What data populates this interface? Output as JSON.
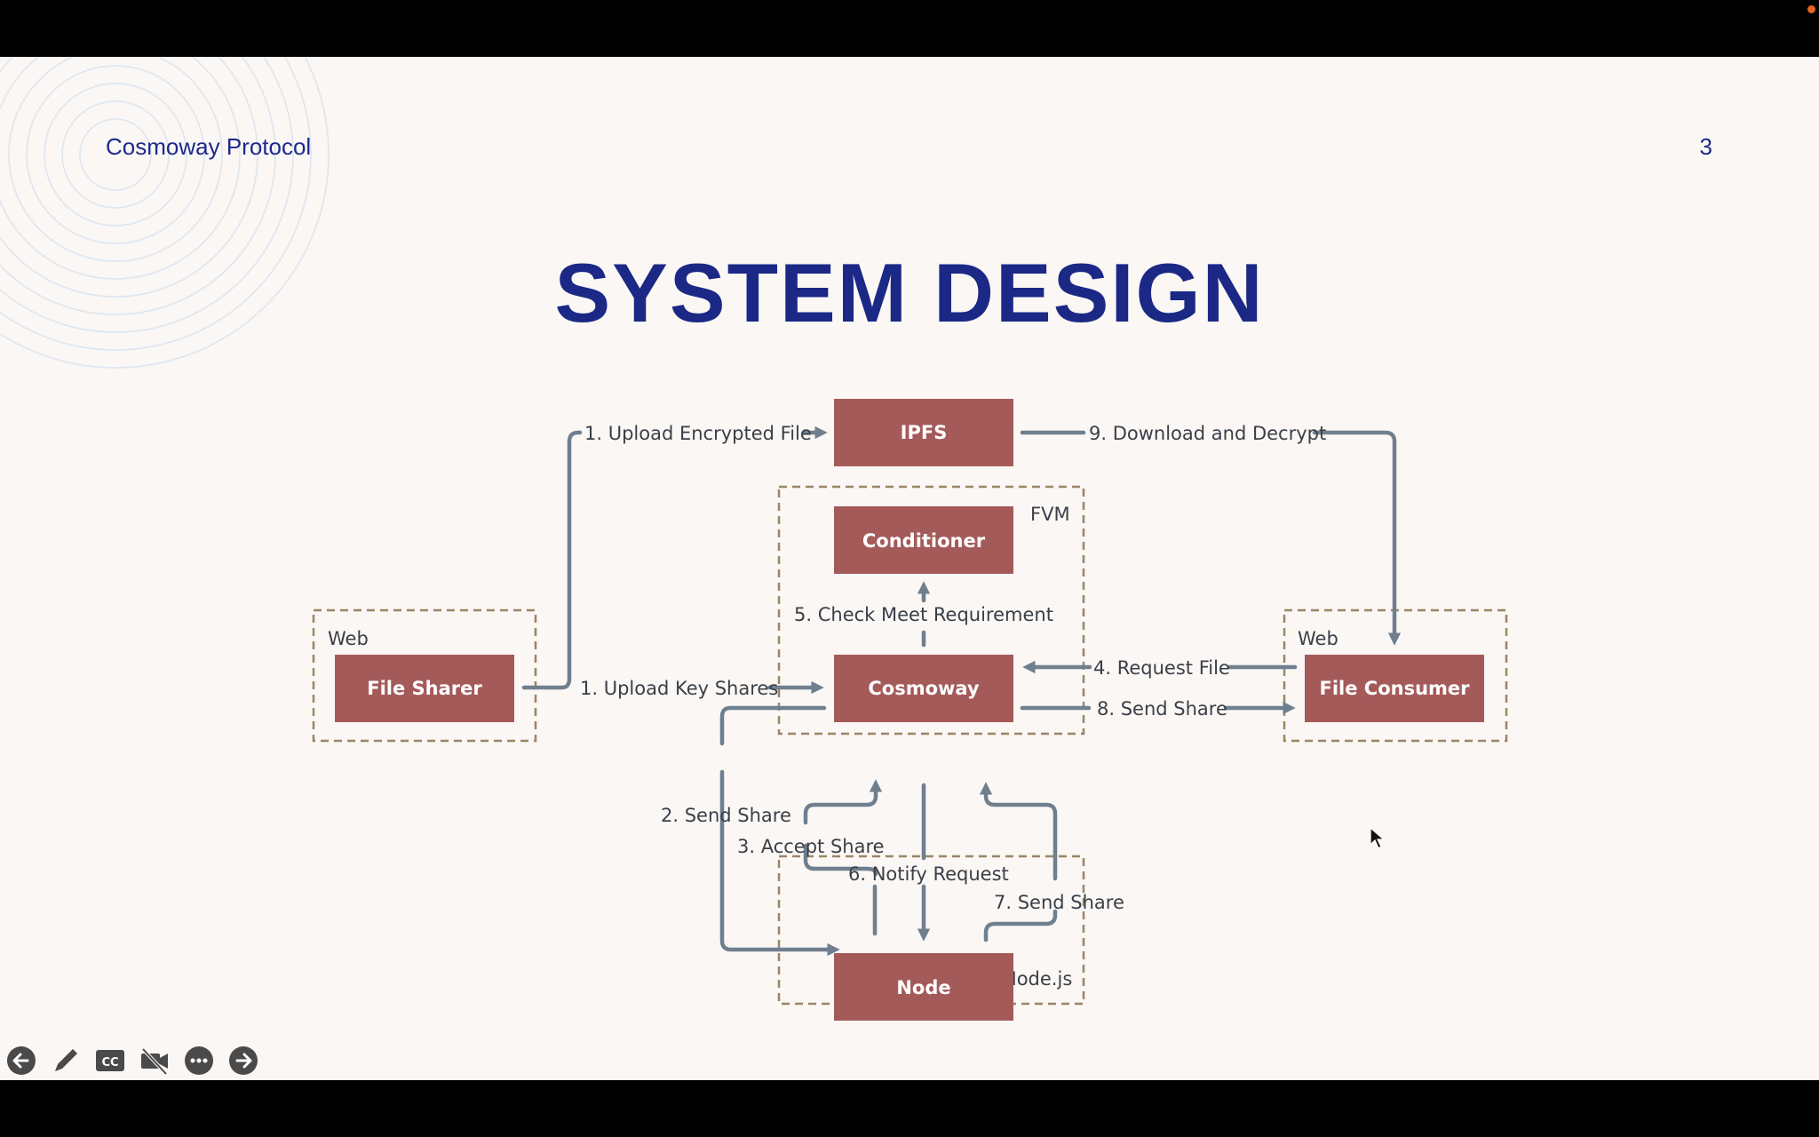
{
  "slide": {
    "header_label": "Cosmoway Protocol",
    "number": "3",
    "title": "SYSTEM DESIGN"
  },
  "diagram": {
    "boxes": {
      "ipfs": "IPFS",
      "conditioner": "Conditioner",
      "cosmoway": "Cosmoway",
      "file_sharer": "File Sharer",
      "file_consumer": "File Consumer",
      "node": "Node"
    },
    "groups": {
      "fvm": "FVM",
      "web_left": "Web",
      "web_right": "Web",
      "nodejs": "Node.js"
    },
    "steps": {
      "upload_encrypted_file": "1. Upload Encrypted File",
      "upload_key_shares": "1. Upload Key Shares",
      "send_share_2": "2. Send Share",
      "accept_share": "3. Accept Share",
      "request_file": "4. Request File",
      "check_meet_requirement": "5. Check Meet Requirement",
      "notify_request": "6. Notify Request",
      "send_share_7": "7. Send Share",
      "send_share_8": "8. Send Share",
      "download_and_decrypt": "9. Download and Decrypt"
    }
  },
  "controls": [
    {
      "name": "previous-slide-button",
      "icon": "arrow-left-icon"
    },
    {
      "name": "pen-tool-button",
      "icon": "pen-icon"
    },
    {
      "name": "captions-button",
      "icon": "cc-icon"
    },
    {
      "name": "camera-off-button",
      "icon": "camera-off-icon"
    },
    {
      "name": "more-options-button",
      "icon": "more-icon"
    },
    {
      "name": "next-slide-button",
      "icon": "arrow-right-icon"
    }
  ],
  "colors": {
    "title": "#1b2886",
    "box_fill": "#a55a5a",
    "arrow": "#6f7f8e",
    "group_border": "#9a8666",
    "slide_bg": "#faf7f4"
  }
}
